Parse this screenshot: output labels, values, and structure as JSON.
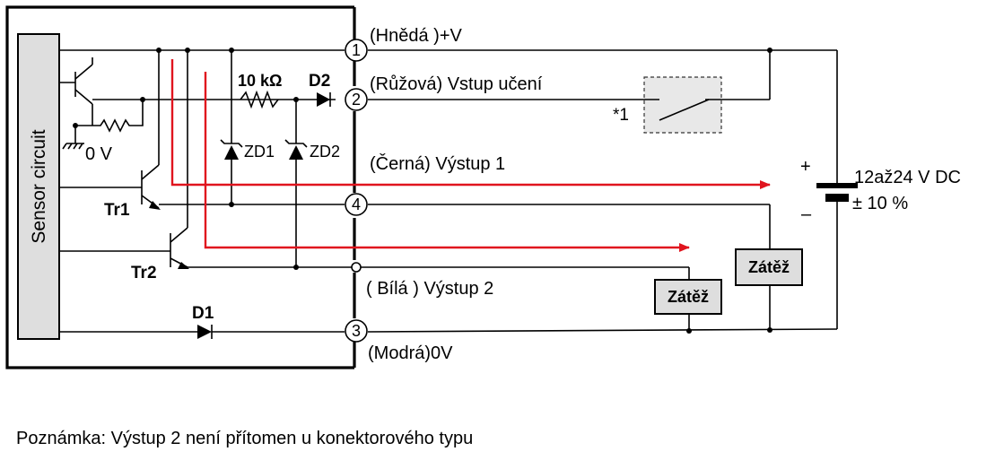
{
  "sensor": {
    "label": "Sensor circuit",
    "ground_label": "0 V"
  },
  "terminals": [
    {
      "number": "1",
      "text": "(Hnědá )+V"
    },
    {
      "number": "2",
      "text": "(Růžová) Vstup učení"
    },
    {
      "number": "4",
      "text": "(Černá) Výstup 1"
    },
    {
      "number": "",
      "text": "( Bílá  ) Výstup 2"
    },
    {
      "number": "3",
      "text": "(Modrá)0V"
    }
  ],
  "components": {
    "resistor": "10 kΩ",
    "diode_d2": "D2",
    "zener1": "ZD1",
    "zener2": "ZD2",
    "tr1": "Tr1",
    "tr2": "Tr2",
    "diode_d1": "D1",
    "switch_note": "*1"
  },
  "supply": {
    "voltage": "12až24 V DC",
    "tolerance": "± 10 %",
    "plus": "+",
    "minus": "–"
  },
  "loads": {
    "load1": "Zátěž",
    "load2": "Zátěž"
  },
  "note": "Poznámka: Výstup 2 není přítomen u konektorového typu",
  "colors": {
    "current_arrow": "#e0141e",
    "box_fill": "#dedede"
  }
}
